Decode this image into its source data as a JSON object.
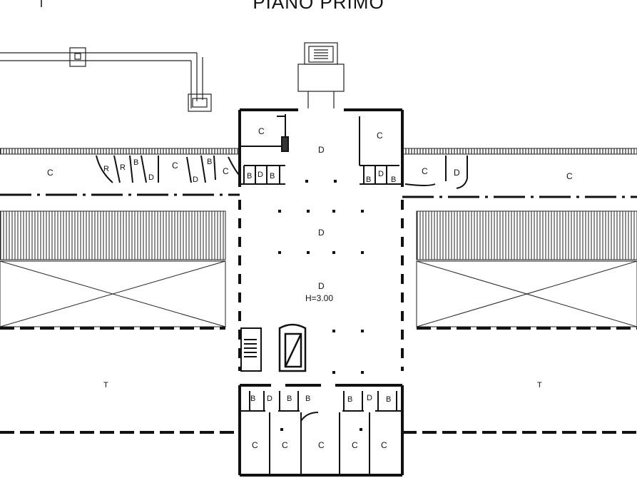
{
  "header": {
    "title": "PIANO PRIMO"
  },
  "labels": {
    "c": "C",
    "d": "D",
    "b": "B",
    "r": "R",
    "t": "T",
    "height": "H=3.00"
  }
}
